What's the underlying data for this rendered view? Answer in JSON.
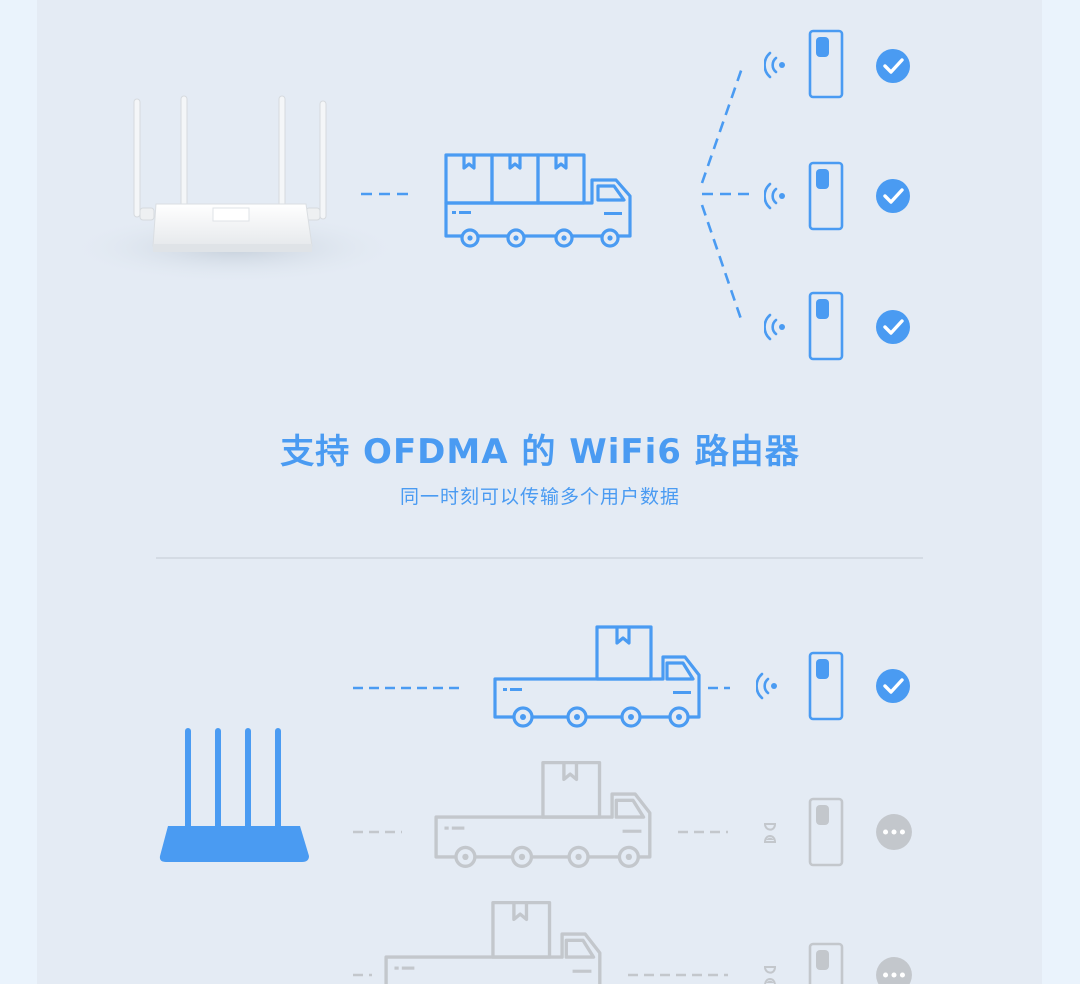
{
  "heading": {
    "title": "支持 OFDMA 的 WiFi6 路由器",
    "subtitle": "同一时刻可以传输多个用户数据"
  },
  "colors": {
    "accent": "#4a9bf2",
    "inactive": "#c3c7cc",
    "panel_bg": "#e4ebf4",
    "page_bg": "#eaf3fc",
    "divider": "#c9d1da"
  },
  "top_diagram": {
    "devices": [
      {
        "status": "connected",
        "icon": "check-circle-icon"
      },
      {
        "status": "connected",
        "icon": "check-circle-icon"
      },
      {
        "status": "connected",
        "icon": "check-circle-icon"
      }
    ]
  },
  "bottom_diagram": {
    "devices": [
      {
        "status": "connected",
        "icon": "check-circle-icon"
      },
      {
        "status": "waiting",
        "icon": "more-dots-icon"
      },
      {
        "status": "waiting",
        "icon": "more-dots-icon"
      }
    ]
  }
}
